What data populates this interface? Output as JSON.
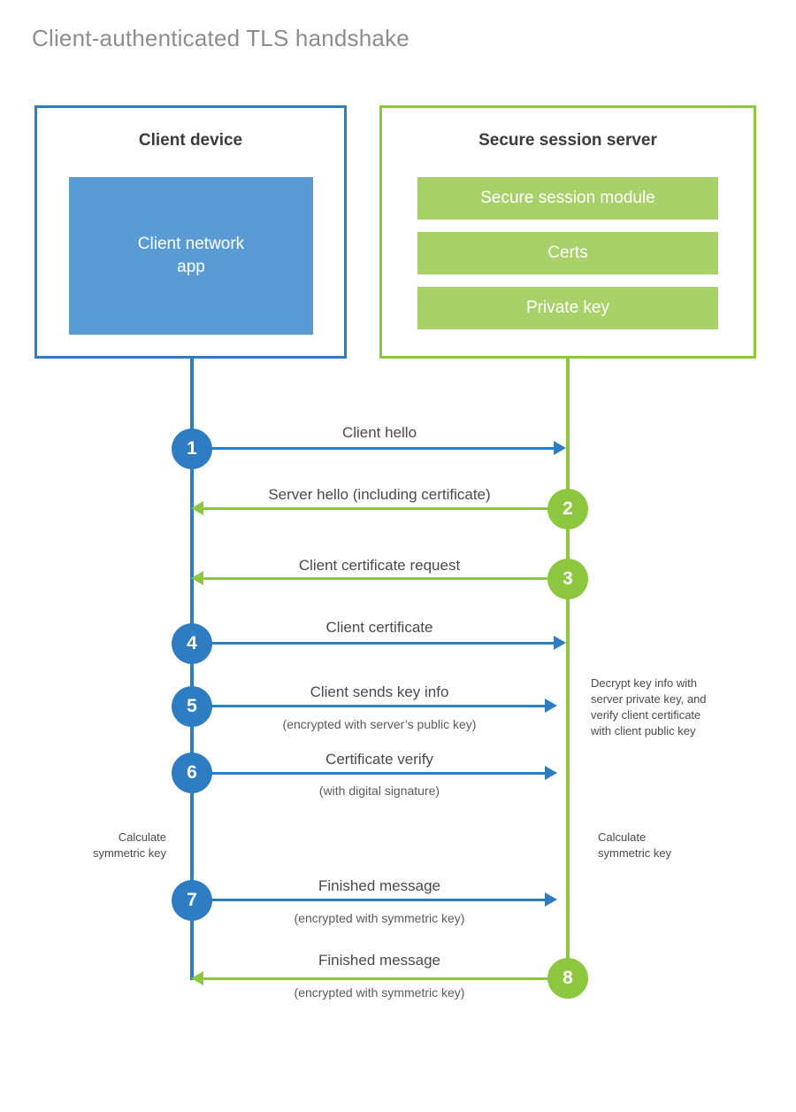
{
  "title": "Client-authenticated TLS handshake",
  "colors": {
    "client_blue": "#2E7CC1",
    "client_app_fill": "#5B9BD5",
    "server_green": "#8DC63F",
    "server_block_fill": "#A9D169",
    "title_gray": "#8d8d8d",
    "label_gray": "#4a4a4a"
  },
  "client": {
    "title": "Client device",
    "app_label": "Client network\napp",
    "app_label_line1": "Client network",
    "app_label_line2": "app",
    "note": "Calculate\nsymmetric key",
    "note_line1": "Calculate",
    "note_line2": "symmetric key"
  },
  "server": {
    "title": "Secure session server",
    "blocks": [
      {
        "label": "Secure session module"
      },
      {
        "label": "Certs"
      },
      {
        "label": "Private key"
      }
    ],
    "note_decrypt_line1": "Decrypt key info with",
    "note_decrypt_line2": "server private key, and",
    "note_decrypt_line3": "verify client certificate",
    "note_decrypt_line4": "with client public key",
    "note_line1": "Calculate",
    "note_line2": "symmetric key"
  },
  "steps": [
    {
      "number": "1",
      "label": "Client hello",
      "sublabel": "",
      "direction": "right",
      "color": "blue"
    },
    {
      "number": "2",
      "label": "Server hello (including certificate)",
      "sublabel": "",
      "direction": "left",
      "color": "green"
    },
    {
      "number": "3",
      "label": "Client certificate request",
      "sublabel": "",
      "direction": "left",
      "color": "green"
    },
    {
      "number": "4",
      "label": "Client certificate",
      "sublabel": "",
      "direction": "right",
      "color": "blue"
    },
    {
      "number": "5",
      "label": "Client sends key info",
      "sublabel": "(encrypted with server’s public key)",
      "direction": "right",
      "color": "blue"
    },
    {
      "number": "6",
      "label": "Certificate verify",
      "sublabel": "(with digital signature)",
      "direction": "right",
      "color": "blue"
    },
    {
      "number": "7",
      "label": "Finished message",
      "sublabel": "(encrypted with symmetric key)",
      "direction": "right",
      "color": "blue"
    },
    {
      "number": "8",
      "label": "Finished message",
      "sublabel": "(encrypted with symmetric key)",
      "direction": "left",
      "color": "green"
    }
  ]
}
